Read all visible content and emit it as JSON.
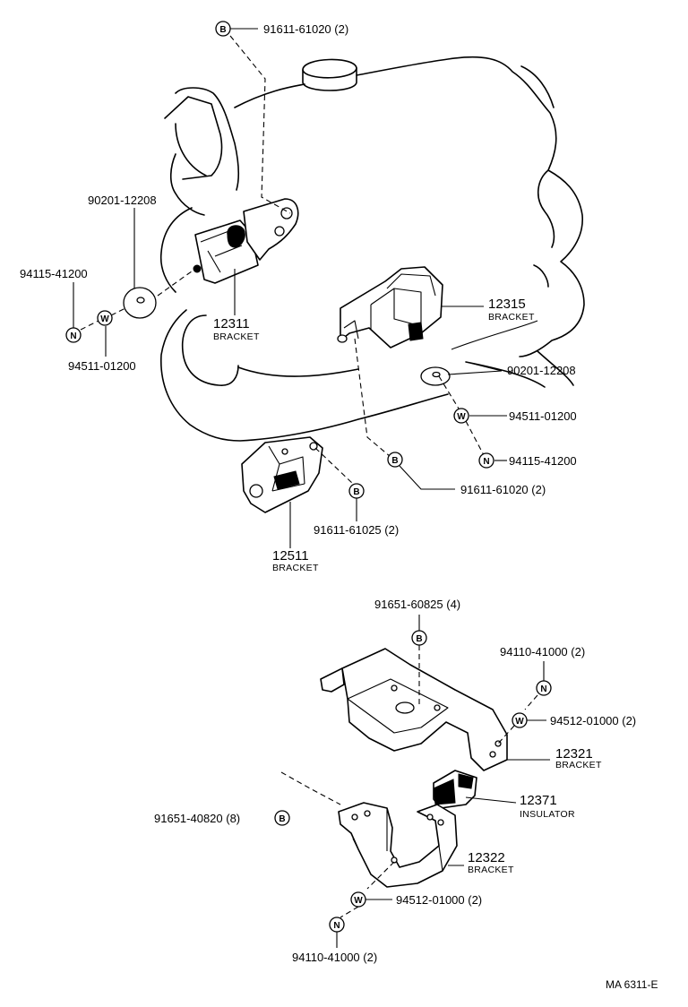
{
  "title": "",
  "figure_code": "MA 6311-E",
  "callouts": {
    "c_91611_61020_top": {
      "symbol": "B",
      "text": "91611-61020 (2)"
    },
    "c_90201_12208_left": {
      "text": "90201-12208"
    },
    "c_94115_41200_left": {
      "symbol": "N",
      "text": "94115-41200"
    },
    "c_94511_01200_left": {
      "symbol": "W",
      "text": "94511-01200"
    },
    "c_12311": {
      "number": "12311",
      "label": "BRACKET"
    },
    "c_12315": {
      "number": "12315",
      "label": "BRACKET"
    },
    "c_90201_12208_right": {
      "text": "90201-12208"
    },
    "c_94511_01200_right": {
      "symbol": "W",
      "text": "94511-01200"
    },
    "c_94115_41200_right": {
      "symbol": "N",
      "text": "94115-41200"
    },
    "c_91611_61020_mid": {
      "symbol": "B",
      "text": "91611-61020 (2)"
    },
    "c_91611_61025": {
      "symbol": "B",
      "text": "91611-61025 (2)"
    },
    "c_12511": {
      "number": "12511",
      "label": "BRACKET"
    },
    "c_91651_60825": {
      "symbol": "B",
      "text": "91651-60825 (4)"
    },
    "c_94110_41000_top": {
      "symbol": "N",
      "text": "94110-41000 (2)"
    },
    "c_94512_01000_top": {
      "symbol": "W",
      "text": "94512-01000 (2)"
    },
    "c_12321": {
      "number": "12321",
      "label": "BRACKET"
    },
    "c_12371": {
      "number": "12371",
      "label": "INSULATOR"
    },
    "c_91651_40820": {
      "symbol": "B",
      "text": "91651-40820 (8)"
    },
    "c_12322": {
      "number": "12322",
      "label": "BRACKET"
    },
    "c_94512_01000_bottom": {
      "symbol": "W",
      "text": "94512-01000 (2)"
    },
    "c_94110_41000_bottom": {
      "symbol": "N",
      "text": "94110-41000 (2)"
    }
  }
}
